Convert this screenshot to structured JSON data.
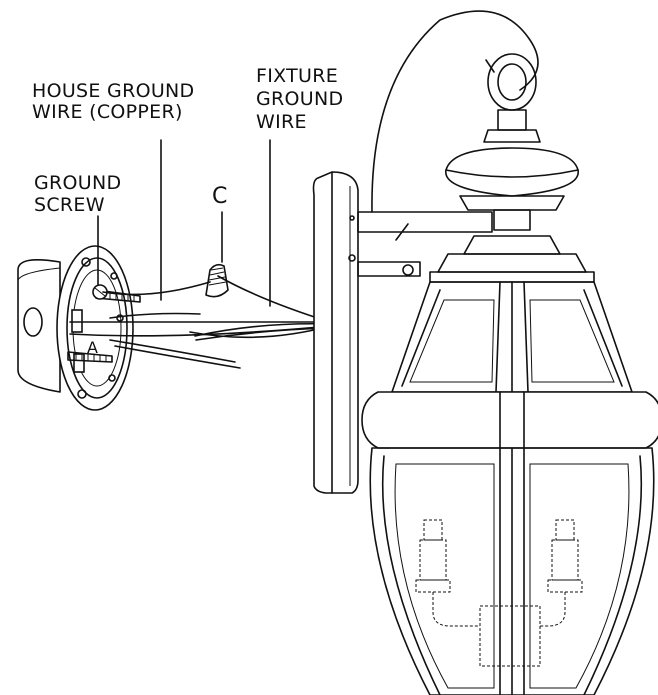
{
  "labels": {
    "house_ground_wire_line1": "HOUSE GROUND",
    "house_ground_wire_line2": "WIRE (COPPER)",
    "fixture_ground_wire_line1": "FIXTURE",
    "fixture_ground_wire_line2": "GROUND",
    "fixture_ground_wire_line3": "WIRE",
    "ground_screw_line1": "GROUND",
    "ground_screw_line2": "SCREW",
    "wire_nut": "C",
    "bracket_marker": "A"
  },
  "colors": {
    "ink": "#111111",
    "background": "#ffffff"
  }
}
